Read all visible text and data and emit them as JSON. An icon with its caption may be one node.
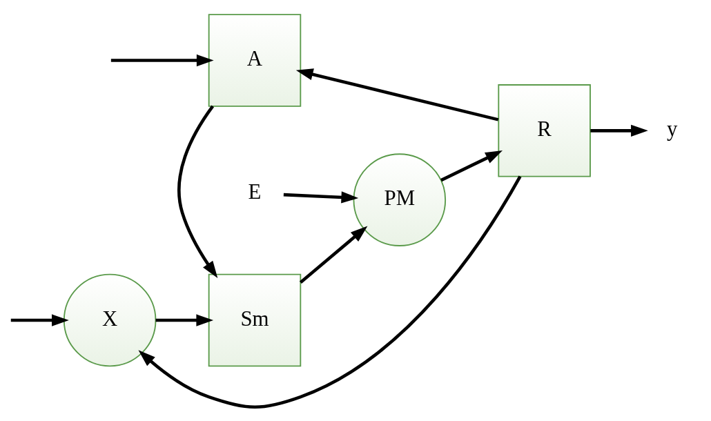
{
  "diagram": {
    "nodes": [
      {
        "text": [
          "X"
        ]
      },
      {
        "text": [
          "Sm"
        ]
      },
      {
        "text": [
          "PM"
        ]
      },
      {
        "text": [
          "R"
        ]
      },
      {
        "text": [
          "A"
        ]
      },
      {
        "text": [
          "E"
        ]
      },
      {
        "text": [
          "y"
        ]
      }
    ],
    "edges": [
      {
        "from": null,
        "to": 0,
        "arrow": "to"
      },
      {
        "from": 0,
        "to": 1,
        "arrow": "to"
      },
      {
        "from": 1,
        "to": 2,
        "arrow": "to"
      },
      {
        "from": 5,
        "to": 2,
        "arrow": "to"
      },
      {
        "from": 2,
        "to": 3,
        "arrow": "to"
      },
      {
        "from": 3,
        "to": 6,
        "arrow": "to"
      },
      {
        "from": 4,
        "to": 1,
        "arrow": "to"
      },
      {
        "from": null,
        "to": 4,
        "arrow": "to"
      },
      {
        "from": 3,
        "to": 4,
        "arrow": "to"
      },
      {
        "from": 3,
        "to": 0,
        "arrow": "to"
      }
    ]
  }
}
